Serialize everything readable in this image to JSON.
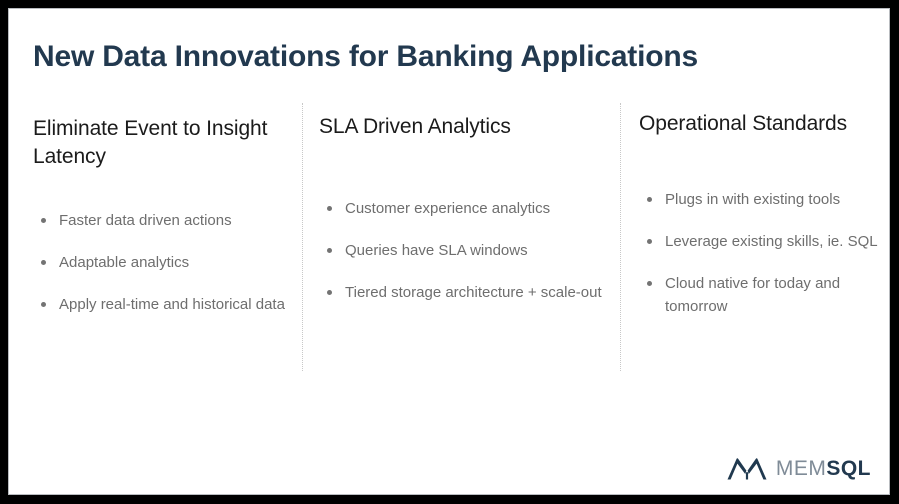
{
  "slide": {
    "title": "New Data Innovations for Banking Applications",
    "background_color": "#ffffff",
    "frame_color": "#000000",
    "title_color": "#22394f",
    "heading_color": "#1b1b1b",
    "bullet_color": "#6e6e6e",
    "divider_color": "#c8c8c8"
  },
  "columns": [
    {
      "heading": "Eliminate Event to Insight Latency",
      "bullets": [
        "Faster data driven actions",
        "Adaptable analytics",
        "Apply real-time and historical data"
      ]
    },
    {
      "heading": "SLA Driven Analytics",
      "bullets": [
        "Customer experience analytics",
        "Queries have SLA windows",
        "Tiered storage architecture + scale-out"
      ]
    },
    {
      "heading": "Operational Standards",
      "bullets": [
        "Plugs in with existing tools",
        "Leverage existing skills, ie. SQL",
        "Cloud native for today and tomorrow"
      ]
    }
  ],
  "logo": {
    "icon": "memsql-mountain-icon",
    "text_light": "MEM",
    "text_bold": "SQL",
    "light_color": "#7f8b97",
    "bold_color": "#22394f"
  }
}
